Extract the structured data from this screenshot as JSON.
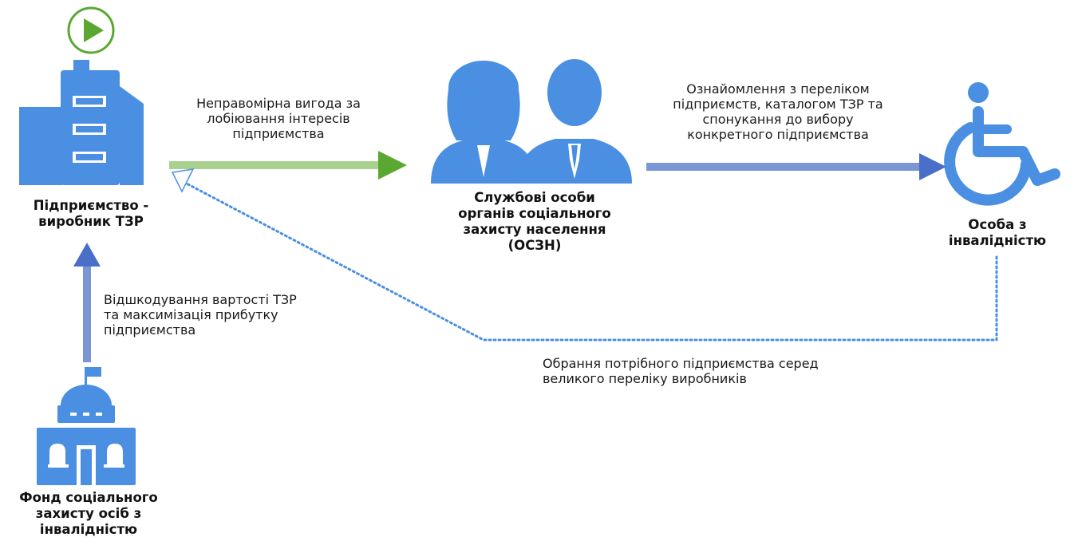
{
  "colors": {
    "icon_blue": "#4a8fe2",
    "arrow_green_light": "#a9d18e",
    "arrow_green_head": "#5aa832",
    "arrow_blue": "#7b96d4",
    "dotted_blue": "#4a8fe2"
  },
  "nodes": {
    "enterprise": {
      "label_line1": "Підприємство -",
      "label_line2": "виробник ТЗР",
      "icon": "office-building-icon"
    },
    "officials": {
      "label_line1": "Службові особи",
      "label_line2": "органів соціального",
      "label_line3": "захисту населення",
      "label_line4": "(ОСЗН)",
      "icon": "officials-people-icon"
    },
    "person": {
      "label_line1": "Особа з",
      "label_line2": "інвалідністю",
      "icon": "wheelchair-icon"
    },
    "fund": {
      "label_line1": "Фонд соціального",
      "label_line2": "захисту осіб з",
      "label_line3": "інвалідністю",
      "icon": "government-building-icon"
    }
  },
  "edges": {
    "enterprise_to_officials": {
      "line1": "Неправомірна вигода за",
      "line2": "лобіювання інтересів",
      "line3": "підприємства"
    },
    "officials_to_person": {
      "line1": "Ознайомлення з переліком",
      "line2": "підприємств, каталогом ТЗР та",
      "line3": "спонукання до вибору",
      "line4": "конкретного підприємства"
    },
    "fund_to_enterprise": {
      "line1": "Відшкодування вартості ТЗР",
      "line2": "та максимізація прибутку",
      "line3": "підприємства"
    },
    "person_to_enterprise": {
      "line1": "Обрання потрібного підприємства серед",
      "line2": "великого переліку виробників"
    }
  },
  "play_button": {
    "icon": "play-icon"
  }
}
